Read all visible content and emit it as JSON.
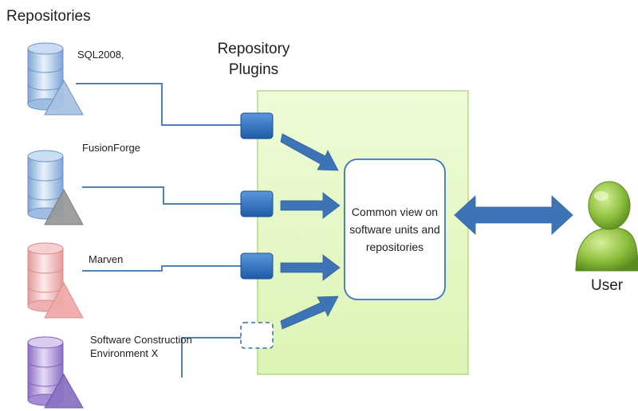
{
  "titles": {
    "repositories": "Repositories",
    "plugins": "Repository Plugins"
  },
  "repositories": [
    {
      "label": "SQL2008,",
      "color": "#a9c6e6",
      "icon": "database-icon"
    },
    {
      "label": "FusionForge",
      "color": "#a9c6e6",
      "icon": "database-icon"
    },
    {
      "label": "Marven",
      "color": "#f2b9b9",
      "icon": "database-icon"
    },
    {
      "label": "Software Construction Environment X",
      "color": "#b9a3de",
      "icon": "database-icon"
    }
  ],
  "plugins": [
    {
      "state": "active",
      "color": "#2f6ebd"
    },
    {
      "state": "active",
      "color": "#2f6ebd"
    },
    {
      "state": "active",
      "color": "#2f6ebd"
    },
    {
      "state": "placeholder",
      "color": "#2f6ebd"
    }
  ],
  "core": {
    "text": "Common view on software units and repositories",
    "panel_color": "#e4f7c4"
  },
  "user": {
    "label": "User",
    "icon": "user-icon",
    "color": "#7aa832"
  },
  "colors": {
    "connector": "#4f81bd",
    "arrow": "#3e74b6"
  }
}
